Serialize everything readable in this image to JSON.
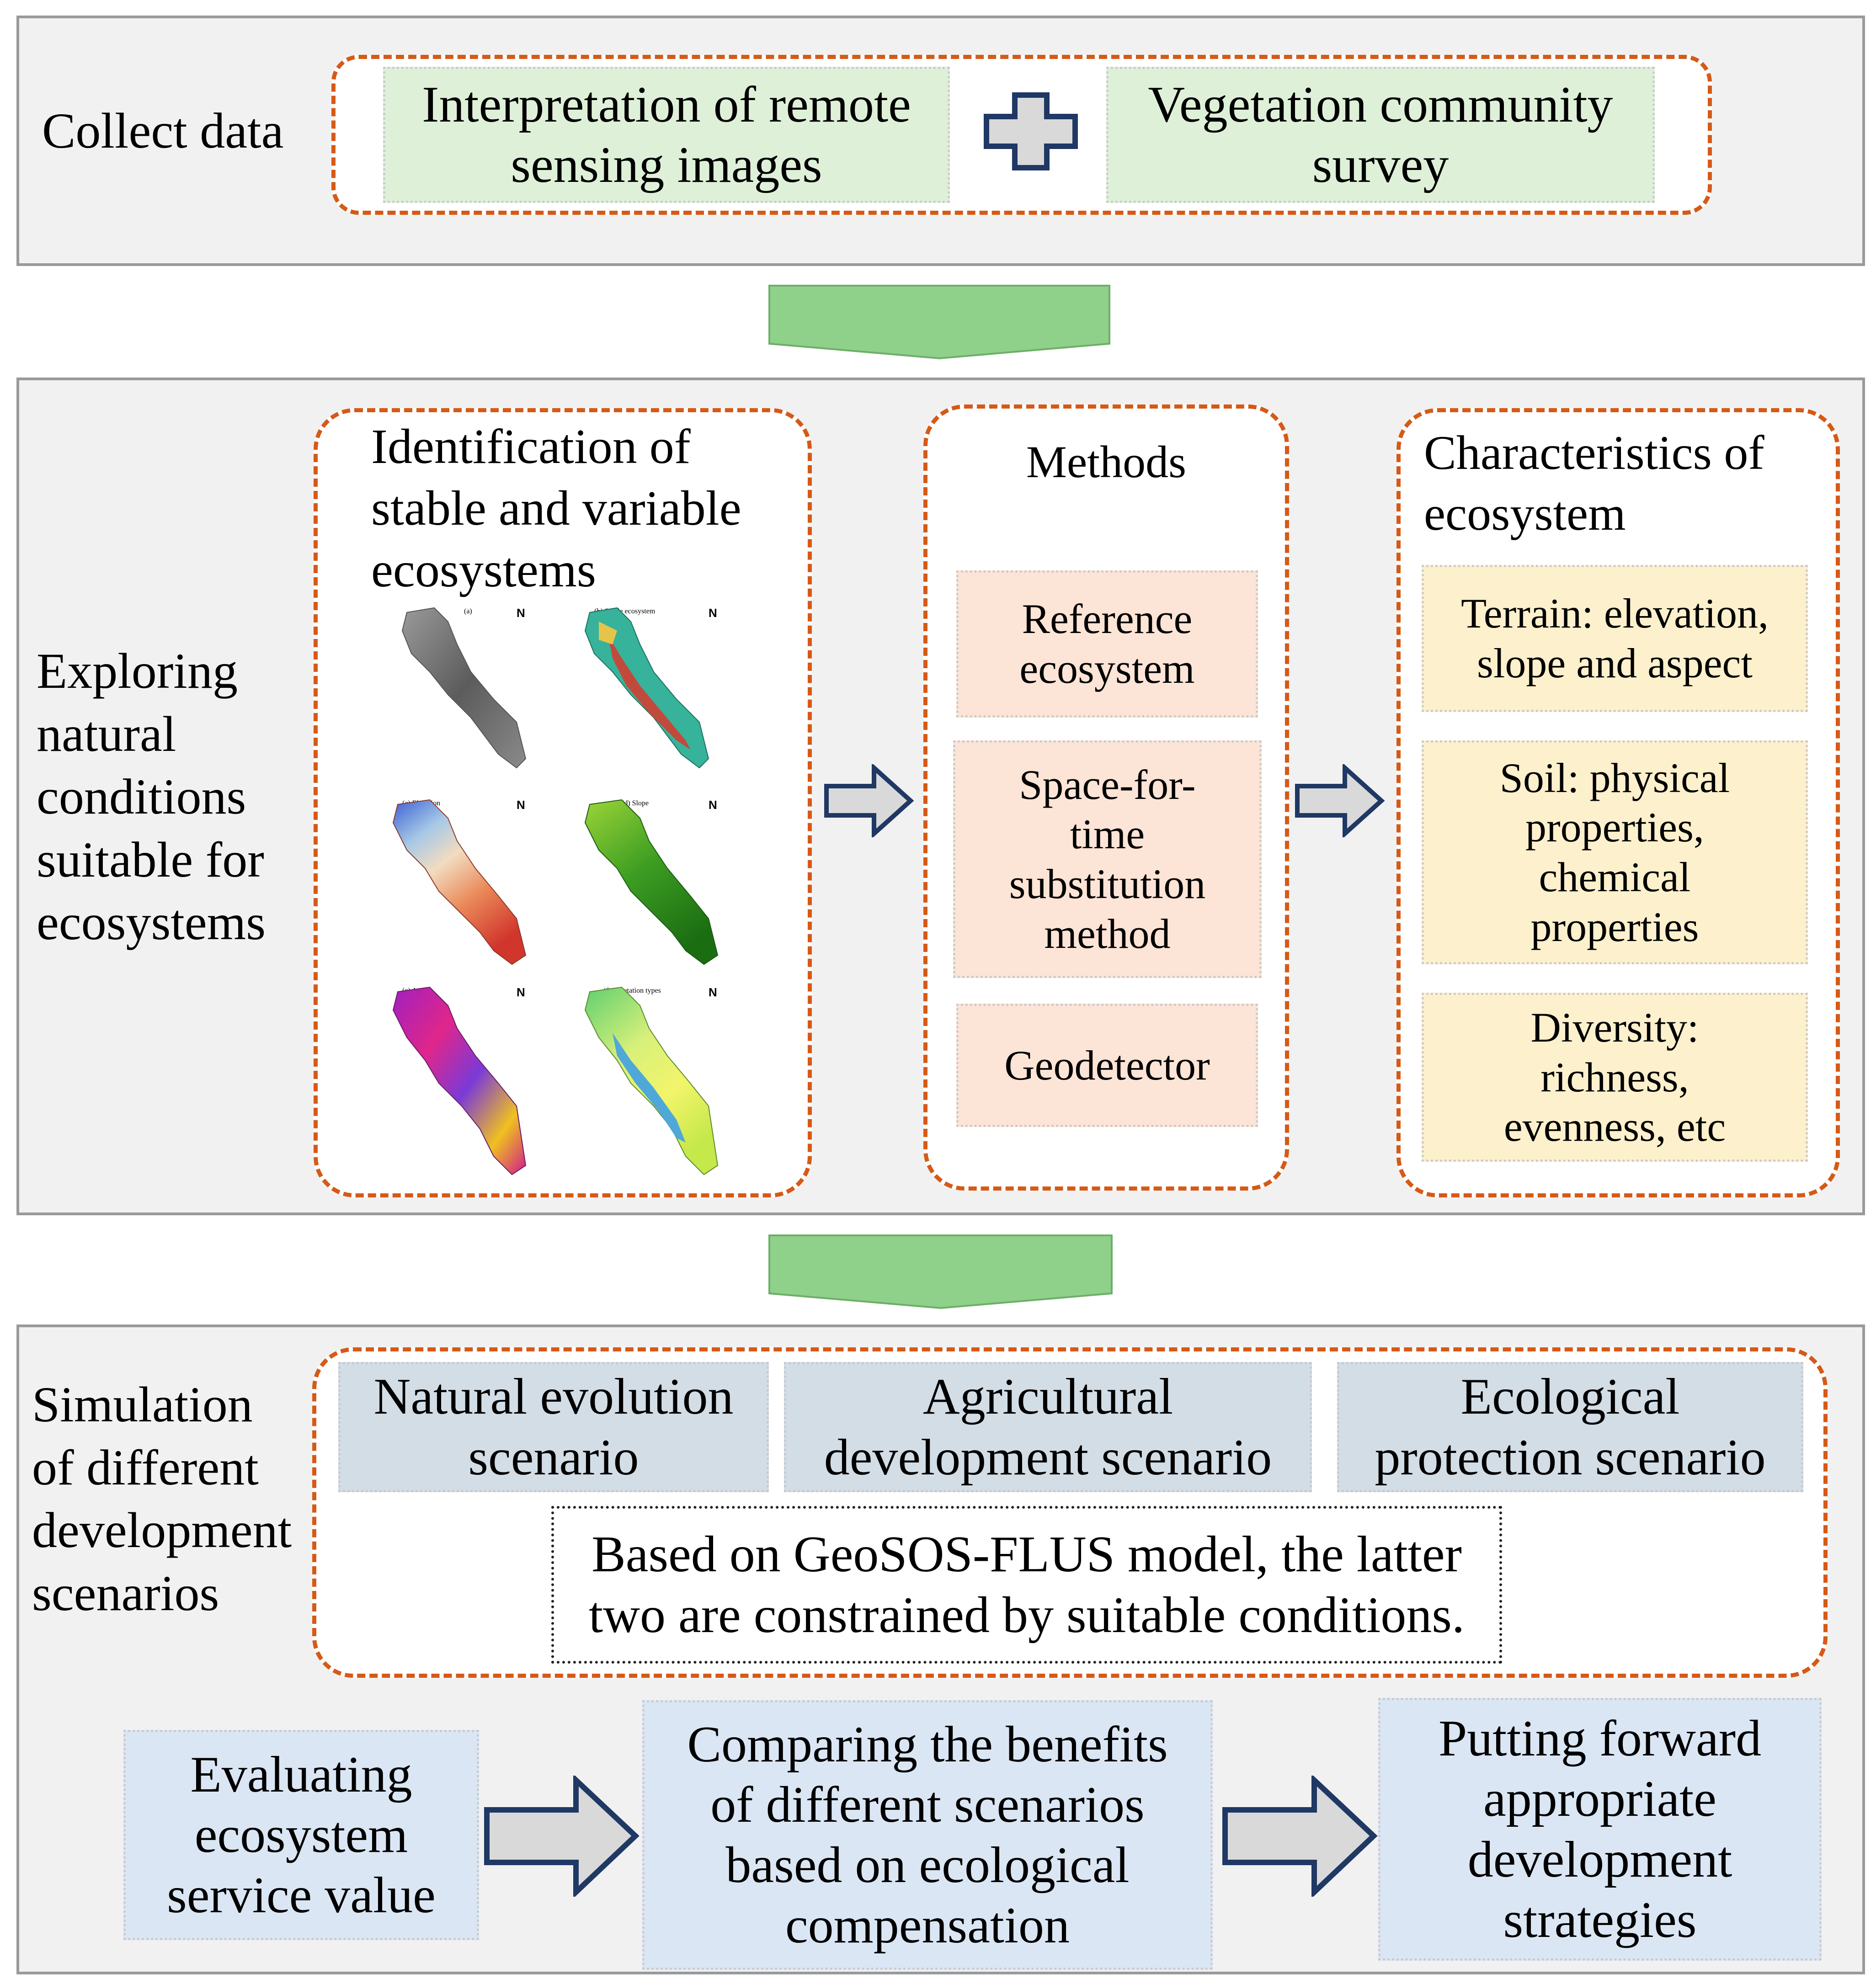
{
  "collect": {
    "label": "Collect data",
    "left_box": "Interpretation of remote\nsensing images",
    "right_box": "Vegetation community\nsurvey"
  },
  "explore": {
    "label": "Exploring\nnatural\nconditions\nsuitable for\necosystems",
    "identification_title": "Identification of\nstable and variable\necosystems",
    "maps": [
      {
        "caption": "(a)"
      },
      {
        "caption": "(b) Stable ecosystem"
      },
      {
        "caption": "(c) Elevation"
      },
      {
        "caption": "(d) Slope"
      },
      {
        "caption": "(e) Aspect"
      },
      {
        "caption": "(f) Vegetation types"
      }
    ],
    "methods_title": "Methods",
    "methods": [
      "Reference\necosystem",
      "Space-for-\ntime\nsubstitution\nmethod",
      "Geodetector"
    ],
    "characteristics_title": "Characteristics of\necosystem",
    "characteristics": [
      "Terrain: elevation,\nslope and aspect",
      "Soil: physical\nproperties,\nchemical\nproperties",
      "Diversity:\nrichness,\nevenness, etc"
    ]
  },
  "simulation": {
    "label": "Simulation\nof different\ndevelopment\nscenarios",
    "scenarios": [
      "Natural evolution\nscenario",
      "Agricultural\ndevelopment scenario",
      "Ecological\nprotection scenario"
    ],
    "note": "Based on GeoSOS-FLUS model, the latter\ntwo are constrained by suitable conditions.",
    "steps": [
      "Evaluating\necosystem\nservice value",
      "Comparing the benefits\nof different scenarios\nbased on ecological\ncompensation",
      "Putting forward\nappropriate\ndevelopment\nstrategies"
    ]
  },
  "colors": {
    "panel_bg": "#f1f1f1",
    "panel_border": "#9a9a9a",
    "dashed_border": "#d55a17",
    "green_box": "#dff0d9",
    "salmon_box": "#fce4d6",
    "yellow_box": "#fdf0cc",
    "scenario_box": "#d3dde6",
    "step_box": "#dbe6f4",
    "arrow_green": "#8fd08a",
    "arrow_navy": "#1f3864"
  }
}
